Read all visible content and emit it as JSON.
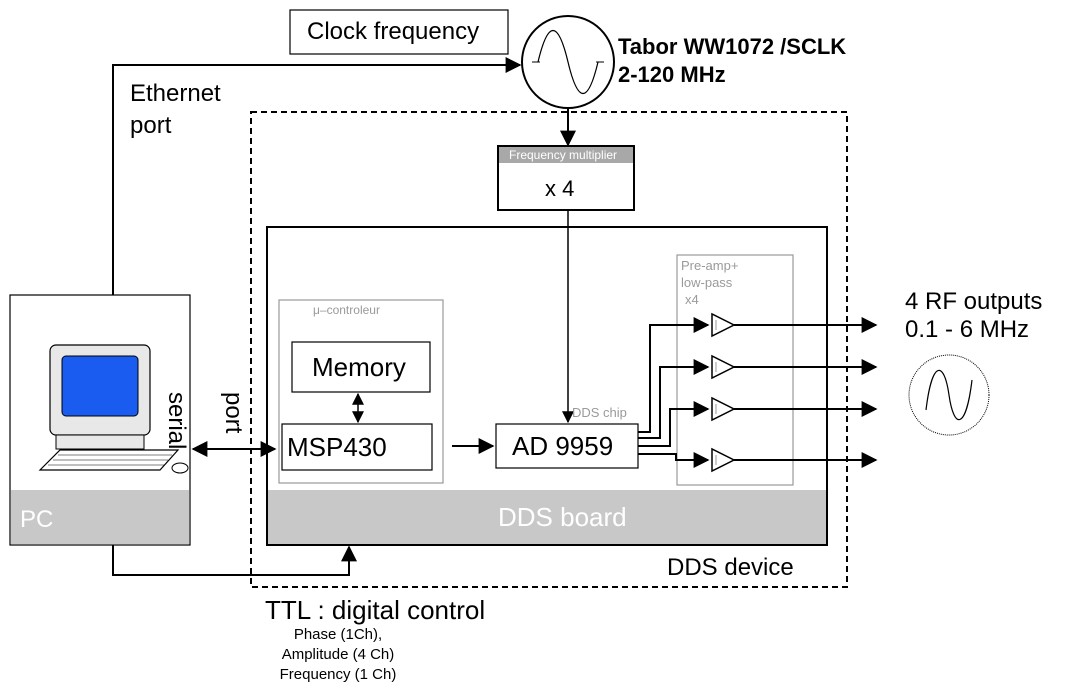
{
  "clock": {
    "label": "Clock frequency",
    "generator_name": "Tabor WW1072 /SCLK",
    "generator_range": "2-120 MHz"
  },
  "pc": {
    "ethernet_line1": "Ethernet",
    "ethernet_line2": "port",
    "label": "PC",
    "serial_line1": "serial",
    "serial_line2": "port"
  },
  "device": {
    "label": "DDS device",
    "multiplier_title": "Frequency multiplier",
    "multiplier_value": "x 4",
    "board_label": "DDS board",
    "micro_title": "μ–controleur",
    "memory_label": "Memory",
    "msp_label": "MSP430",
    "dds_chip_label": "DDS chip",
    "ad_label": "AD 9959",
    "preamp_line1": "Pre-amp+",
    "preamp_line2": "low-pass",
    "preamp_line3": "x4"
  },
  "outputs": {
    "line1": "4 RF outputs",
    "line2": "0.1 - 6 MHz"
  },
  "ttl": {
    "title": "TTL : digital control",
    "line1": "Phase (1Ch),",
    "line2": "Amplitude (4 Ch)",
    "line3": "Frequency (1 Ch)"
  },
  "colors": {
    "gray_band": "#c8c8c8",
    "screen_blue": "#1a5cf0",
    "faint_text": "#9a9a9a"
  }
}
